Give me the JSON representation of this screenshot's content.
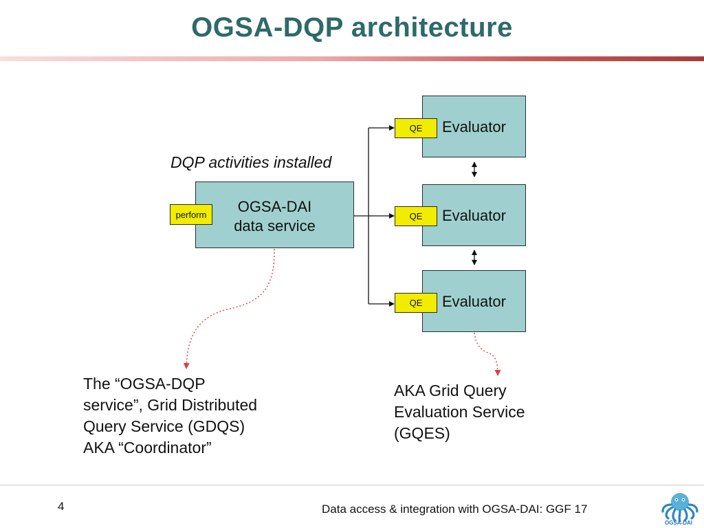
{
  "slide": {
    "title": "OGSA-DQP architecture",
    "page_number": "4",
    "footer": "Data access & integration with OGSA-DAI: GGF 17",
    "logo_text": "OGSA-DAI",
    "logo_icon": "octopus-logo-icon"
  },
  "diagram": {
    "installed_label": "DQP activities installed",
    "service_box": {
      "label_line1": "OGSA-DAI",
      "label_line2": "data service",
      "tag": "perform"
    },
    "evaluators": [
      {
        "label": "Evaluator",
        "tag": "QE"
      },
      {
        "label": "Evaluator",
        "tag": "QE"
      },
      {
        "label": "Evaluator",
        "tag": "QE"
      }
    ],
    "left_caption": [
      "The “OGSA-DQP",
      "service”, Grid Distributed",
      "Query Service (GDQS)",
      "AKA “Coordinator”"
    ],
    "right_caption": [
      "AKA Grid Query",
      "Evaluation Service",
      "(GQES)"
    ],
    "colors": {
      "title": "#2d6a6a",
      "box_fill": "#9fd0cf",
      "tag_fill": "#f1ec00",
      "pointer": "#e04040"
    }
  }
}
